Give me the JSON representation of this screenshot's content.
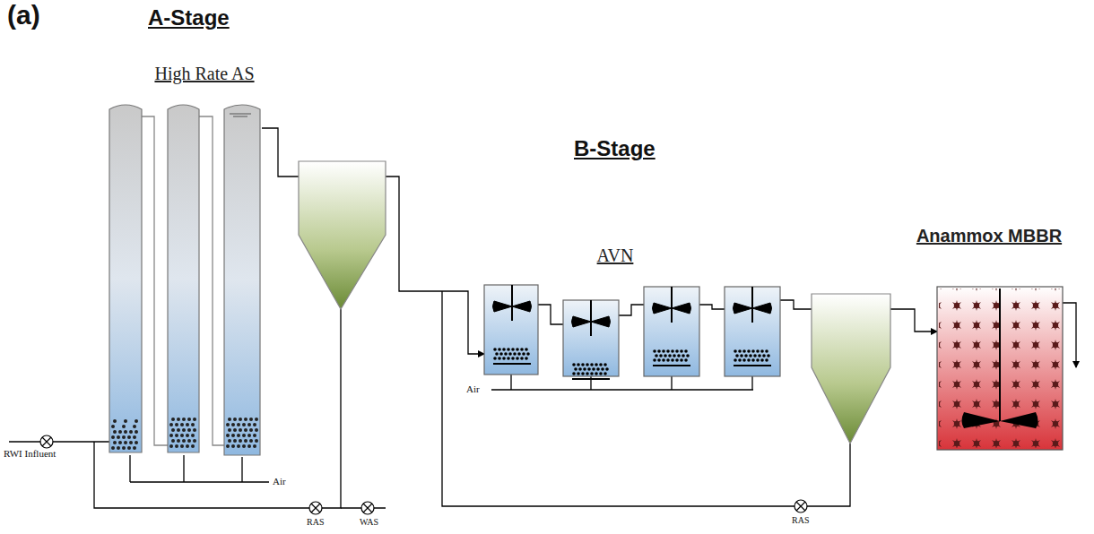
{
  "diagram": {
    "nodes": [
      {
        "text": [
          "High Rate AS"
        ]
      },
      {
        "text": [
          "AVN"
        ]
      },
      {
        "text": [
          "Anammox MBBR"
        ]
      }
    ],
    "edges": [
      {
        "from": 0,
        "to": 1,
        "arrow": "to"
      },
      {
        "from": 1,
        "to": 2,
        "arrow": "to"
      }
    ],
    "labels": [
      "(a)",
      "A-Stage",
      "B-Stage",
      "RWI Influent",
      "Air",
      "RAS",
      "WAS",
      "Air",
      "RAS"
    ]
  }
}
